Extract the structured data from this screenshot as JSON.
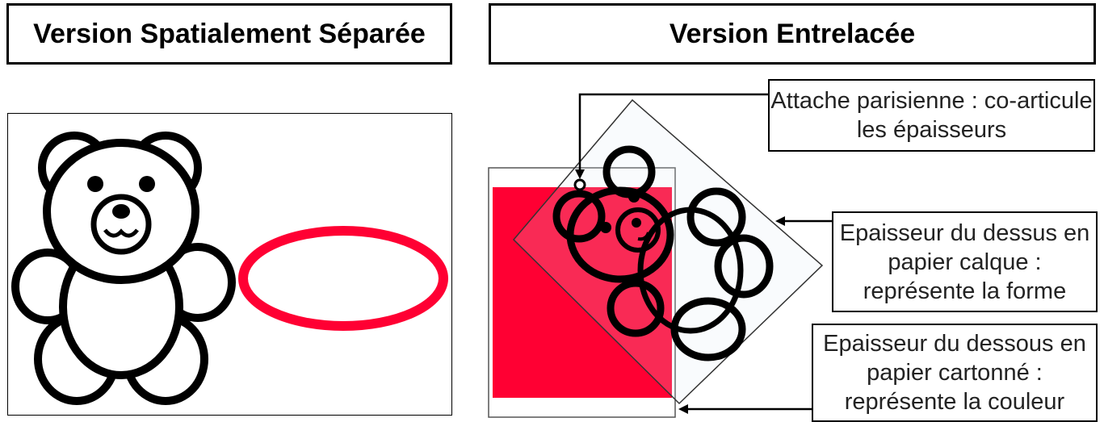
{
  "titles": {
    "left": "Version Spatialement Séparée",
    "right": "Version Entrelacée"
  },
  "annotations": {
    "attache": "Attache parisienne : co-articule les épaisseurs",
    "dessus": "Epaisseur du dessus en papier calque : représente la forme",
    "dessous": "Epaisseur du dessous en papier cartonné : représente la couleur"
  },
  "colors": {
    "red": "#ff0033",
    "outline": "#000000"
  },
  "icons": {
    "bear": "teddy-bear-icon",
    "fastener": "split-pin-icon"
  }
}
